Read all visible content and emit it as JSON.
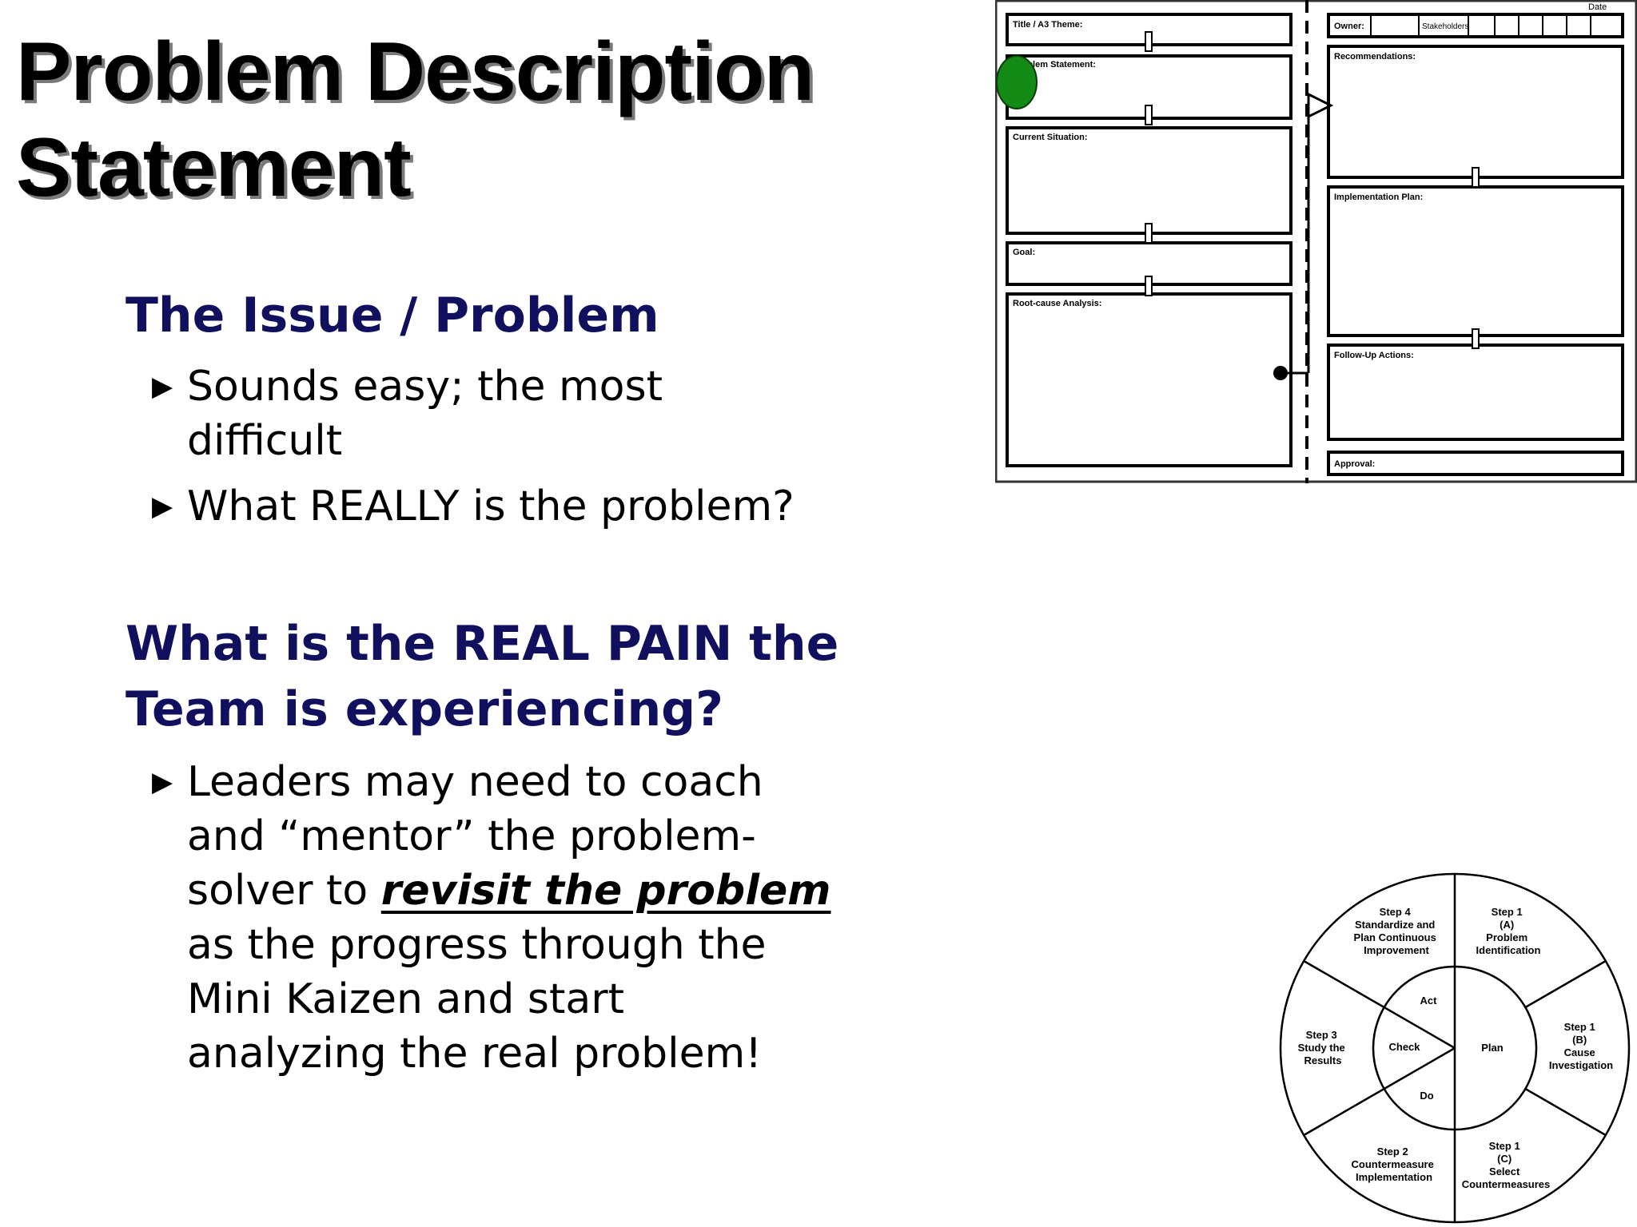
{
  "title": {
    "line1": "Problem Description",
    "line2": "Statement"
  },
  "sections": {
    "issue": {
      "heading": "The Issue / Problem",
      "bullets": [
        {
          "line1": "Sounds easy; the most",
          "line2": "difficult"
        },
        {
          "line1": "What REALLY is the problem?"
        }
      ]
    },
    "pain": {
      "heading_line1": "What is the REAL PAIN the",
      "heading_line2": "Team is experiencing?",
      "bullet": {
        "line1": "Leaders may need to coach",
        "line2": "and “mentor” the problem-",
        "line3_before": "solver to ",
        "line3_emph": "revisit the problem",
        "line4": "as the progress through the",
        "line5": "Mini Kaizen and start",
        "line6": "analyzing the real problem!"
      }
    }
  },
  "bullet_marker": "▶",
  "a3_form": {
    "left_sections": [
      "Title / A3 Theme:",
      "Problem Statement:",
      "Current Situation:",
      "Goal:",
      "Root-cause Analysis:"
    ],
    "right_sections": [
      "Owner:",
      "Recommendations:",
      "Implementation Plan:",
      "Follow-Up Actions:",
      "Approval:"
    ],
    "owner_field": "Stakeholders",
    "date_label": "Date",
    "marker_color": "#138a13"
  },
  "pdca": {
    "outer": [
      {
        "lines": [
          "Step 4",
          "Standardize and",
          "Plan Continuous",
          "Improvement"
        ]
      },
      {
        "lines": [
          "Step 1",
          "(A)",
          "Problem",
          "Identification"
        ]
      },
      {
        "lines": [
          "Step 1",
          "(B)",
          "Cause",
          "Investigation"
        ]
      },
      {
        "lines": [
          "Step 1",
          "(C)",
          "Select",
          "Countermeasures"
        ]
      },
      {
        "lines": [
          "Step  2",
          "Countermeasure",
          "Implementation"
        ]
      },
      {
        "lines": [
          "Step 3",
          "Study the",
          "Results"
        ]
      }
    ],
    "inner": {
      "act": "Act",
      "plan": "Plan",
      "do": "Do",
      "check": "Check"
    }
  }
}
